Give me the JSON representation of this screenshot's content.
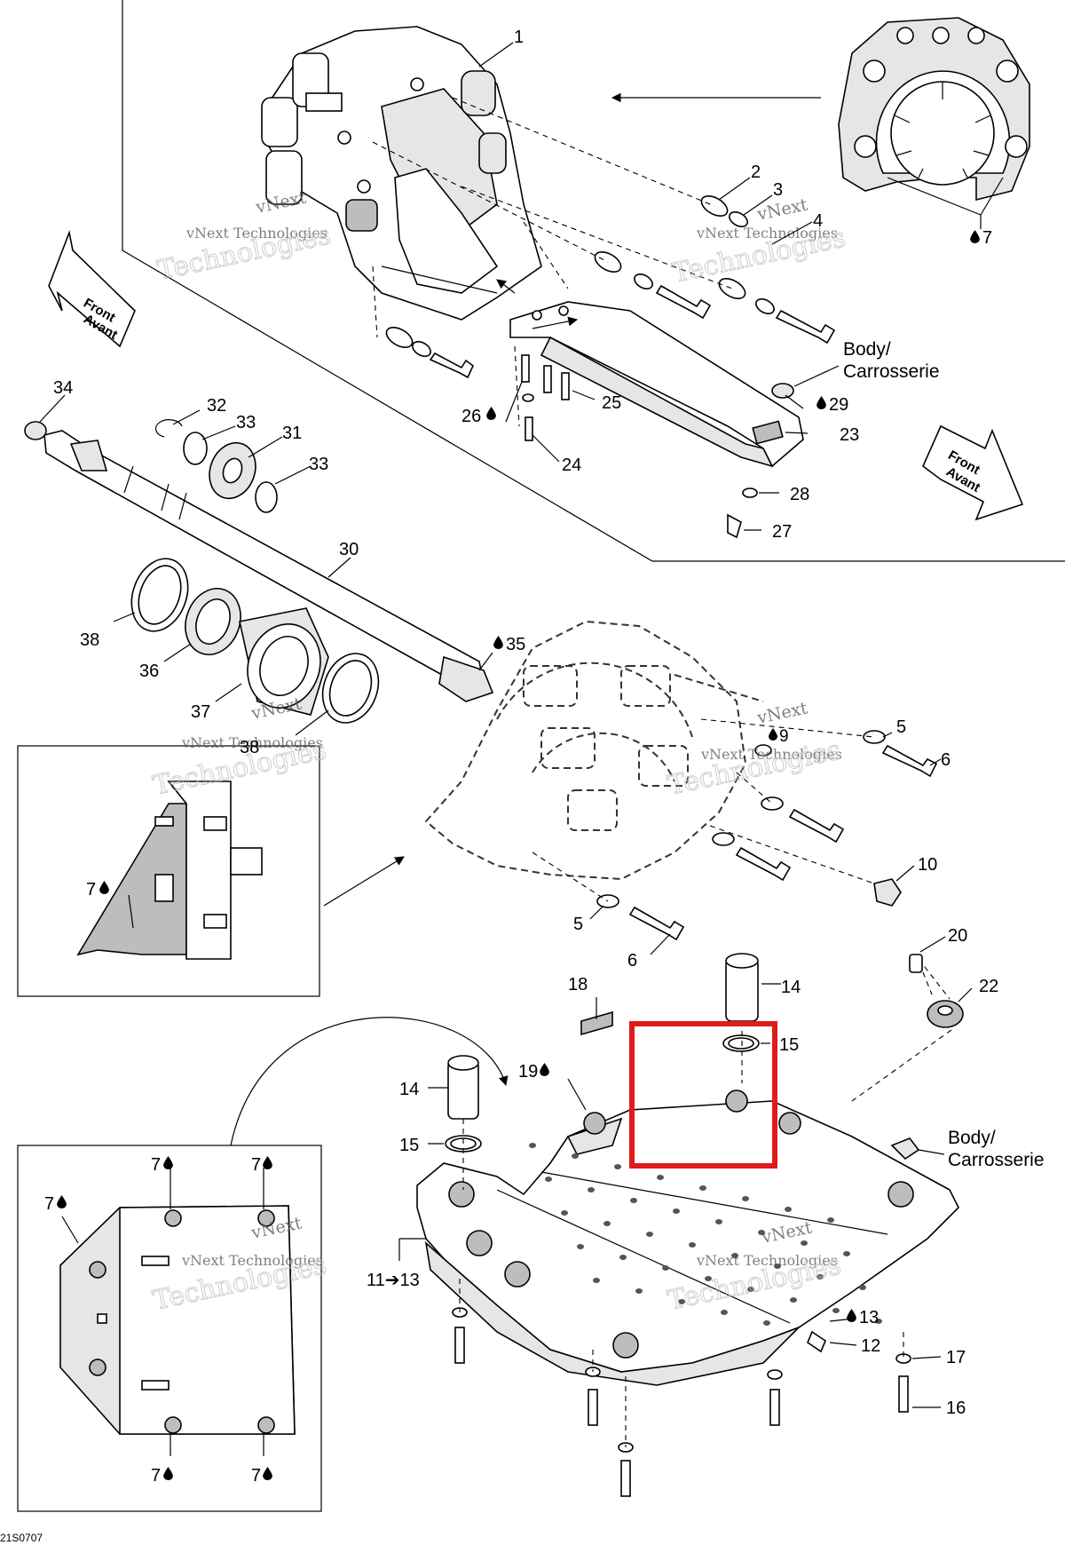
{
  "diagram": {
    "drawing_code": "21S0707",
    "watermark_line1": "vNext",
    "watermark_line2": "Technologies",
    "watermark_full": "vNext Technologies",
    "highlight_color": "#e01b1b",
    "notes": {
      "body_line1": "Body/",
      "body_line2": "Carrosserie"
    },
    "direction_arrows": {
      "front": "Front",
      "avant": "Avant"
    },
    "callouts": {
      "c1": "1",
      "c2": "2",
      "c3": "3",
      "c4": "4",
      "c7top": "7",
      "c32": "32",
      "c33a": "33",
      "c31": "31",
      "c33b": "33",
      "c34": "34",
      "c26": "26",
      "c25": "25",
      "c24": "24",
      "c29": "29",
      "c23": "23",
      "c28": "28",
      "c27": "27",
      "c30": "30",
      "c38a": "38",
      "c36": "36",
      "c37": "37",
      "c38b": "38",
      "c35": "35",
      "c9": "9",
      "c5a": "5",
      "c6a": "6",
      "c10": "10",
      "c5b": "5",
      "c6b": "6",
      "c7inset1": "7",
      "c20": "20",
      "c22": "22",
      "c14a": "14",
      "c18": "18",
      "c15a": "15",
      "c19": "19",
      "c14b": "14",
      "c15b": "15",
      "c11": "11➔13",
      "c13": "13",
      "c12": "12",
      "c17": "17",
      "c16": "16",
      "c7b1": "7",
      "c7b2": "7",
      "c7b3": "7",
      "c7b4": "7",
      "c7b5": "7"
    }
  }
}
